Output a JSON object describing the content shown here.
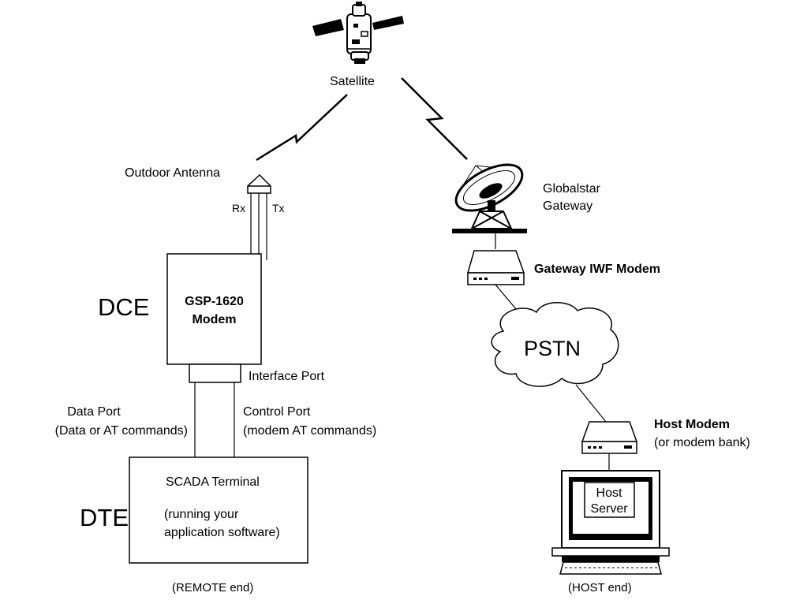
{
  "satellite": {
    "label": "Satellite"
  },
  "remote": {
    "antenna_label": "Outdoor Antenna",
    "rx_label": "Rx",
    "tx_label": "Tx",
    "dce_label": "DCE",
    "modem_line1": "GSP-1620",
    "modem_line2": "Modem",
    "interface_port_label": "Interface Port",
    "data_port_line1": "Data Port",
    "data_port_line2": "(Data or AT commands)",
    "control_port_line1": "Control Port",
    "control_port_line2": "(modem AT commands)",
    "dte_label": "DTE",
    "scada_title": "SCADA Terminal",
    "scada_line1": "(running your",
    "scada_line2": "application software)",
    "end_label": "(REMOTE end)"
  },
  "host": {
    "gateway_line1": "Globalstar",
    "gateway_line2": "Gateway",
    "iwf_modem_label": "Gateway IWF Modem",
    "pstn_label": "PSTN",
    "host_modem_label": "Host Modem",
    "host_modem_sub": "(or modem bank)",
    "server_line1": "Host",
    "server_line2": "Server",
    "end_label": "(HOST end)"
  }
}
